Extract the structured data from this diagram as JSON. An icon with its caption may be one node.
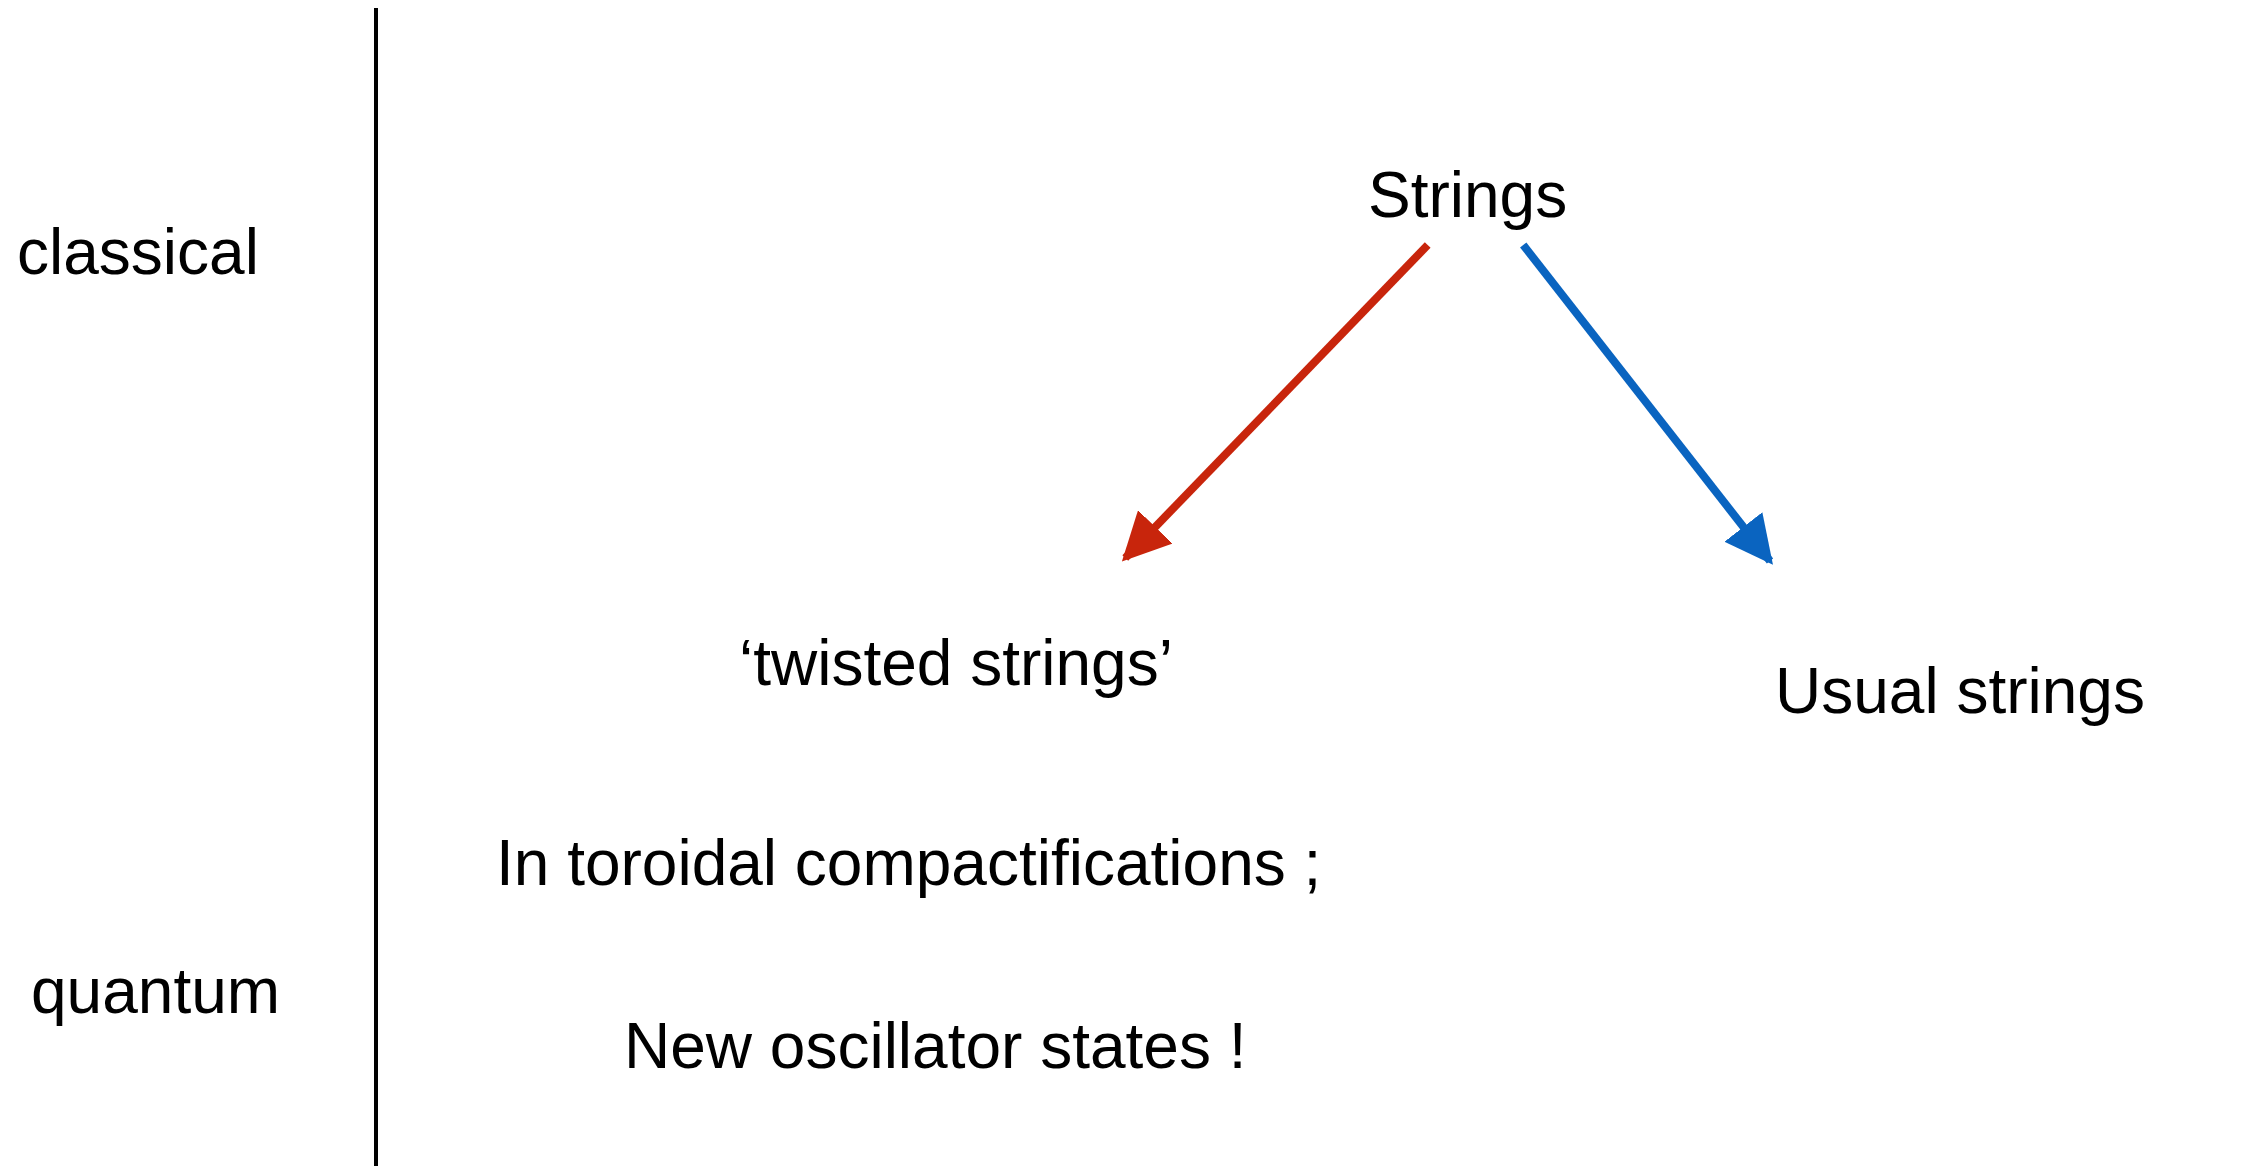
{
  "diagram": {
    "nodes": [
      {
        "text": [
          "Strings"
        ]
      },
      {
        "text": [
          "‘twisted strings’"
        ]
      },
      {
        "text": [
          "Usual strings"
        ]
      }
    ],
    "edges": [
      {
        "from": 0,
        "to": 1,
        "arrow": "to",
        "color": "#c8250c"
      },
      {
        "from": 0,
        "to": 2,
        "arrow": "to",
        "color": "#0a64c0"
      }
    ],
    "labels": [
      "classical",
      "In toroidal compactifications ;",
      "quantum",
      "New oscillator states !"
    ]
  }
}
